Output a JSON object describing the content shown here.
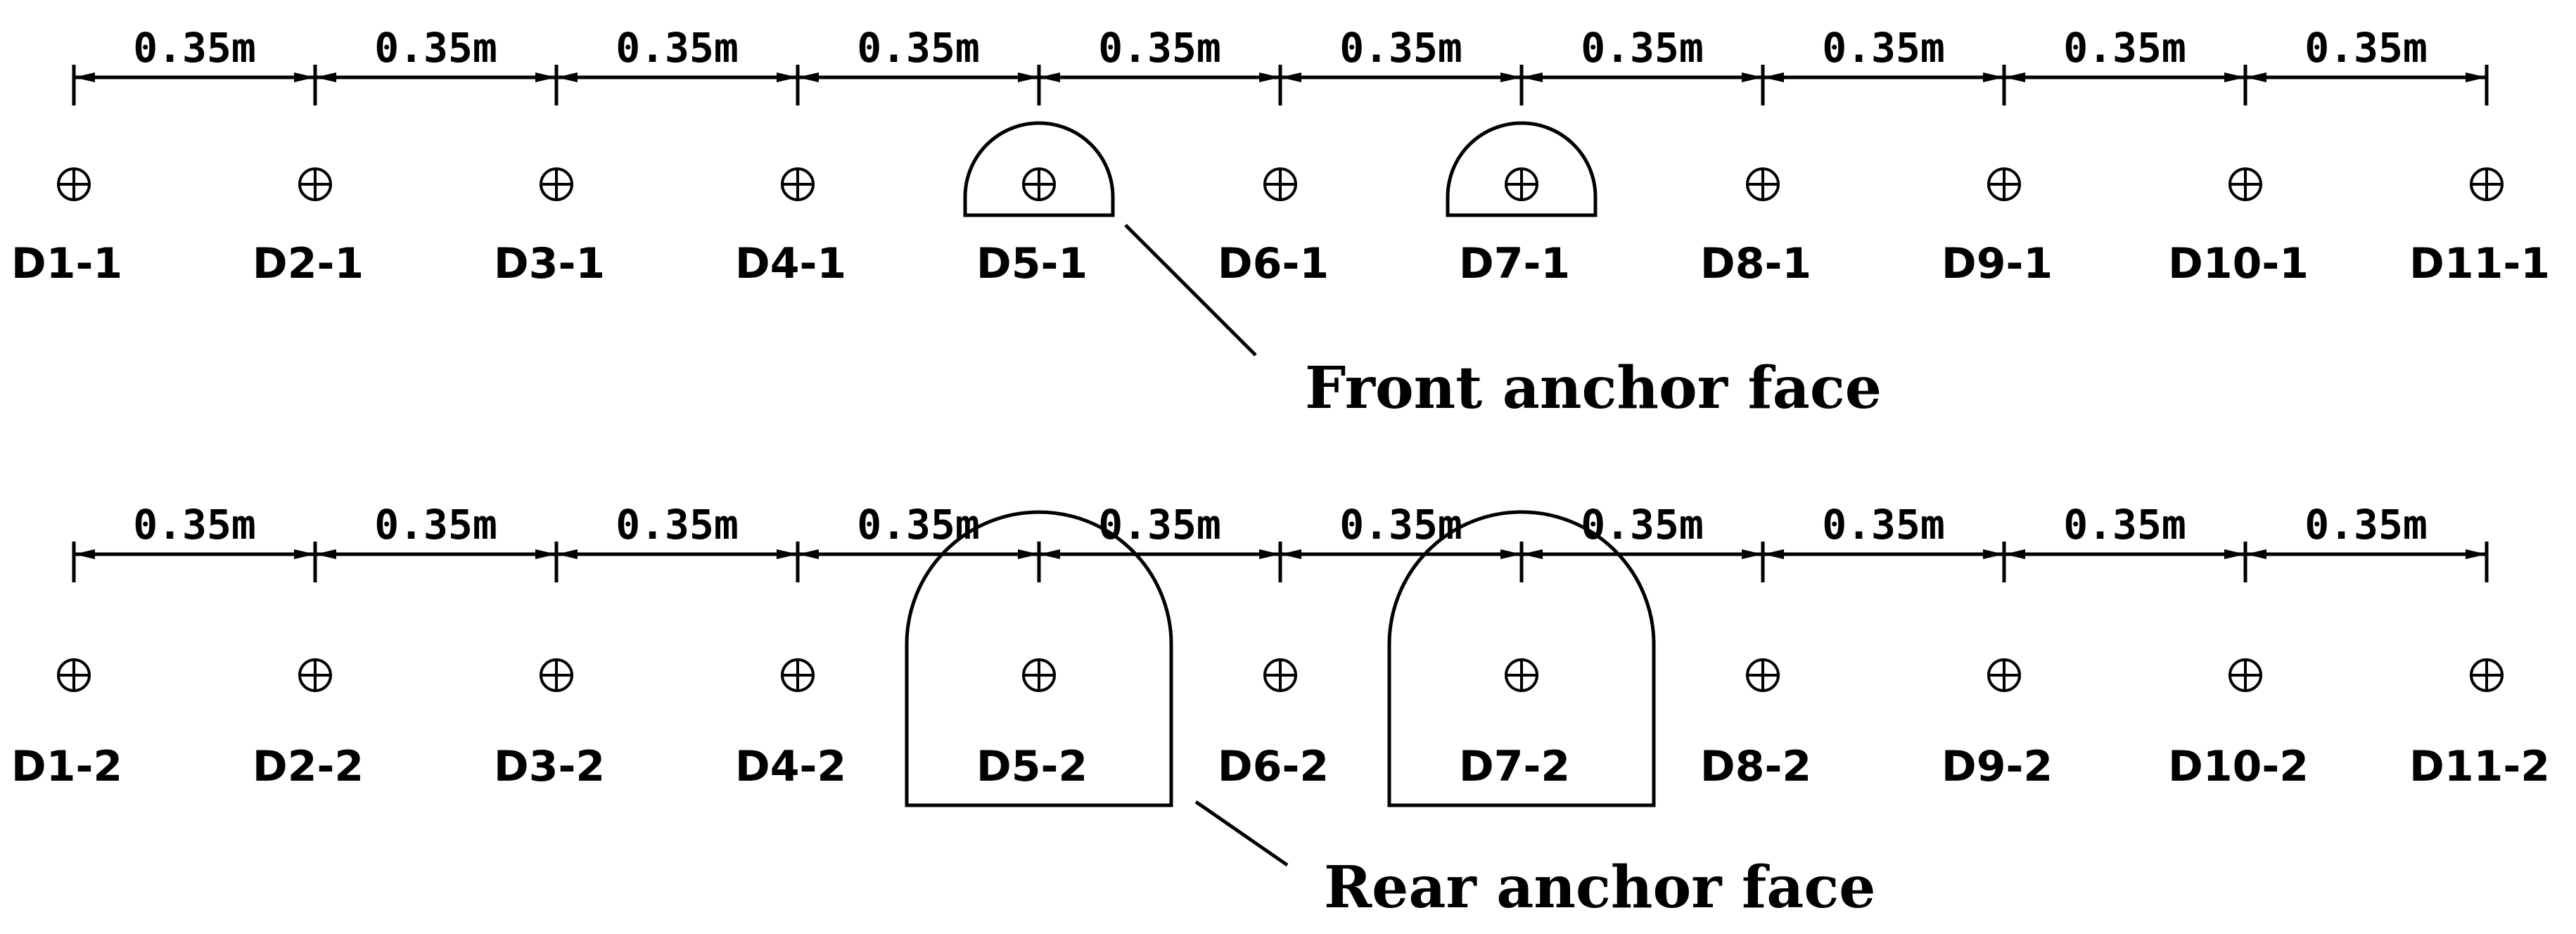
{
  "front": {
    "caption": "Front anchor face",
    "spacing_labels": [
      "0.35m",
      "0.35m",
      "0.35m",
      "0.35m",
      "0.35m",
      "0.35m",
      "0.35m",
      "0.35m",
      "0.35m",
      "0.35m"
    ],
    "holes": [
      "D1-1",
      "D2-1",
      "D3-1",
      "D4-1",
      "D5-1",
      "D6-1",
      "D7-1",
      "D8-1",
      "D9-1",
      "D10-1",
      "D11-1"
    ],
    "anchor_holes": [
      "D5-1",
      "D7-1"
    ]
  },
  "rear": {
    "caption": "Rear anchor face",
    "spacing_labels": [
      "0.35m",
      "0.35m",
      "0.35m",
      "0.35m",
      "0.35m",
      "0.35m",
      "0.35m",
      "0.35m",
      "0.35m",
      "0.35m"
    ],
    "holes": [
      "D1-2",
      "D2-2",
      "D3-2",
      "D4-2",
      "D5-2",
      "D6-2",
      "D7-2",
      "D8-2",
      "D9-2",
      "D10-2",
      "D11-2"
    ],
    "anchor_holes": [
      "D5-2",
      "D7-2"
    ]
  }
}
